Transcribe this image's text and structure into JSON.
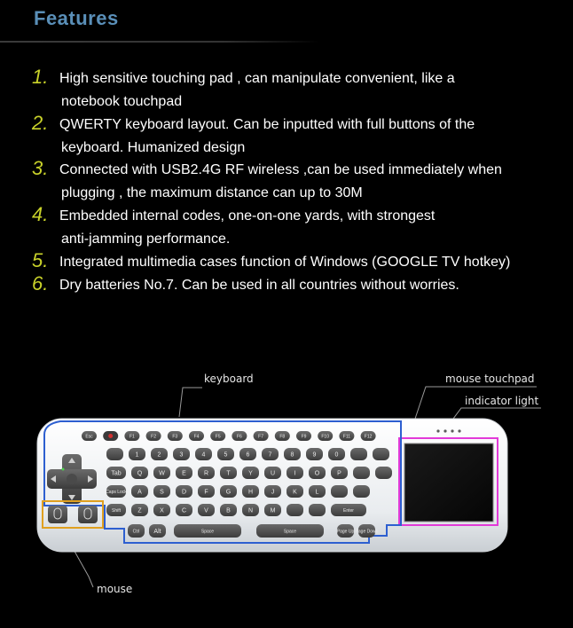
{
  "header": {
    "title": "Features"
  },
  "features": [
    {
      "number": "1.",
      "line1": "High sensitive touching pad , can manipulate convenient, like a",
      "line2": "notebook touchpad"
    },
    {
      "number": "2.",
      "line1": "QWERTY keyboard layout. Can be inputted with full buttons of the",
      "line2": "keyboard. Humanized design"
    },
    {
      "number": "3.",
      "line1": "Connected with USB2.4G RF wireless ,can be used immediately when",
      "line2": "plugging , the maximum distance can up to 30M"
    },
    {
      "number": "4.",
      "line1": "Embedded internal codes, one-on-one yards, with strongest",
      "line2": "anti-jamming performance."
    },
    {
      "number": "5.",
      "line1": "Integrated multimedia cases function of Windows (GOOGLE TV hotkey)",
      "line2": ""
    },
    {
      "number": "6.",
      "line1": "Dry batteries No.7. Can be used in all countries without worries.",
      "line2": ""
    }
  ],
  "callouts": {
    "keyboard": "keyboard",
    "touchpad": "mouse touchpad",
    "indicator": "indicator light",
    "mouse": "mouse"
  },
  "keys": {
    "row_f": [
      "Esc",
      "",
      "F1",
      "F2",
      "F3",
      "F4",
      "F5",
      "F6",
      "F7",
      "F8",
      "F9",
      "F10",
      "F11",
      "F12"
    ],
    "row_num": [
      "",
      "1",
      "2",
      "3",
      "4",
      "5",
      "6",
      "7",
      "8",
      "9",
      "0",
      "",
      ""
    ],
    "row_q": [
      "Tab",
      "Q",
      "W",
      "E",
      "R",
      "T",
      "Y",
      "U",
      "I",
      "O",
      "P",
      "",
      ""
    ],
    "row_a": [
      "Caps Lock",
      "A",
      "S",
      "D",
      "F",
      "G",
      "H",
      "J",
      "K",
      "L",
      "",
      ""
    ],
    "row_z": [
      "Shift",
      "Z",
      "X",
      "C",
      "V",
      "B",
      "N",
      "M",
      "",
      "",
      "Enter"
    ],
    "row_bottom": [
      "Ctrl",
      "Alt",
      "Space",
      "Space",
      "Page Up",
      "Page Down"
    ]
  },
  "colors": {
    "title": "#5a8fb8",
    "number": "#c9d22a",
    "keyboard_outline": "#2d5fd0",
    "touchpad_outline": "#e23ad8",
    "mouse_outline": "#e0a020"
  }
}
